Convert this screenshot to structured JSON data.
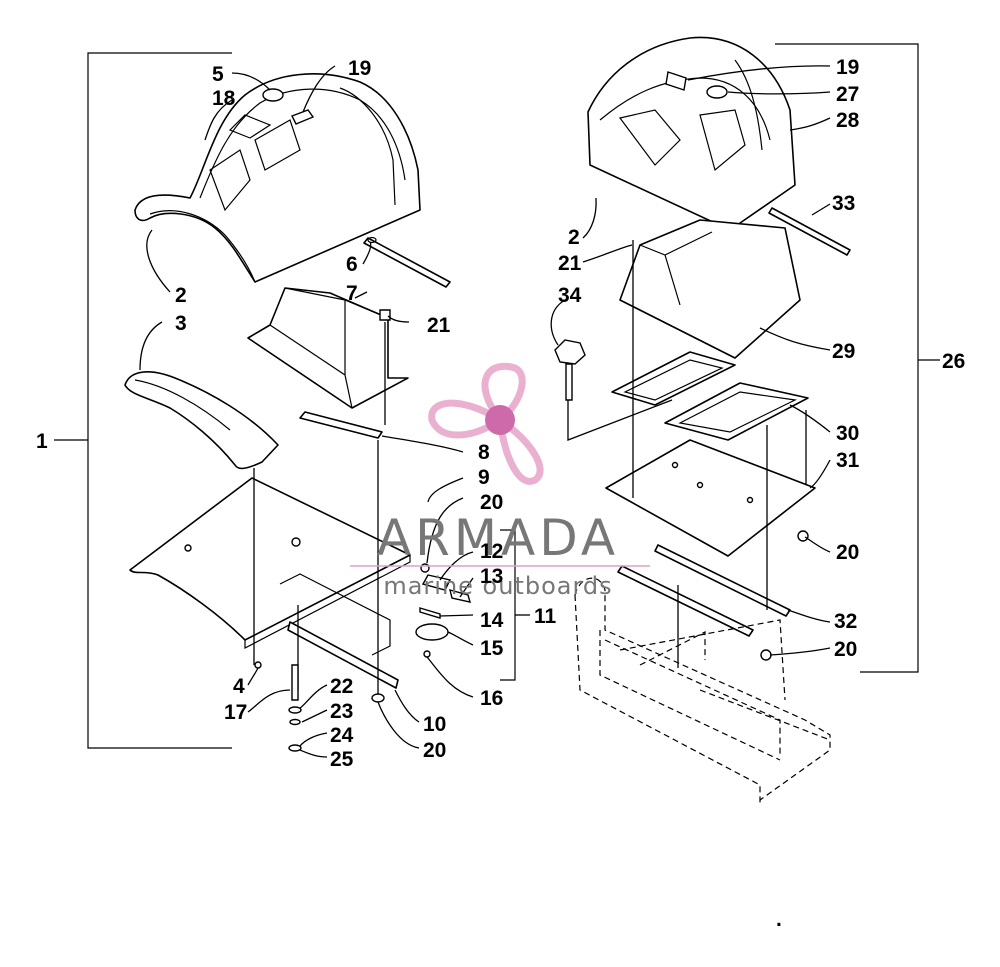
{
  "diagram": {
    "callouts": {
      "c1": "1",
      "c2a": "2",
      "c3": "3",
      "c4": "4",
      "c5": "5",
      "c6": "6",
      "c7": "7",
      "c8": "8",
      "c9": "9",
      "c10": "10",
      "c11": "11",
      "c12": "12",
      "c13": "13",
      "c14": "14",
      "c15": "15",
      "c16": "16",
      "c17": "17",
      "c18": "18",
      "c19a": "19",
      "c20a": "20",
      "c20b": "20",
      "c21a": "21",
      "c22": "22",
      "c23": "23",
      "c24": "24",
      "c25": "25",
      "c26": "26",
      "c19b": "19",
      "c27": "27",
      "c28": "28",
      "c33": "33",
      "c2b": "2",
      "c21b": "21",
      "c34": "34",
      "c29": "29",
      "c30": "30",
      "c31": "31",
      "c20c": "20",
      "c32": "32",
      "c20d": "20"
    }
  },
  "watermark": {
    "title": "ARMADA",
    "subtitle": "marine outboards",
    "logo_color": "#e8a8cc",
    "logo_center_color": "#c95aa0",
    "text_color": "#777777",
    "line_color": "#d9a3c6"
  }
}
